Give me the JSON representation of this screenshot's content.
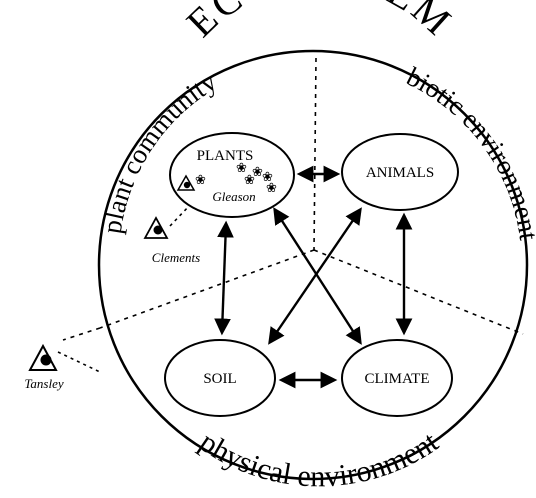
{
  "title": "ECOSYSTEM",
  "sectors": {
    "plant_community": "plant community",
    "biotic_environment": "biotic environment",
    "physical_environment": "physical environment"
  },
  "nodes": {
    "plants": "PLANTS",
    "animals": "ANIMALS",
    "soil": "SOIL",
    "climate": "CLIMATE"
  },
  "observers": {
    "gleason": "Gleason",
    "clements": "Clements",
    "tansley": "Tansley"
  },
  "icons": [
    "eye-icon",
    "flower-icon"
  ]
}
